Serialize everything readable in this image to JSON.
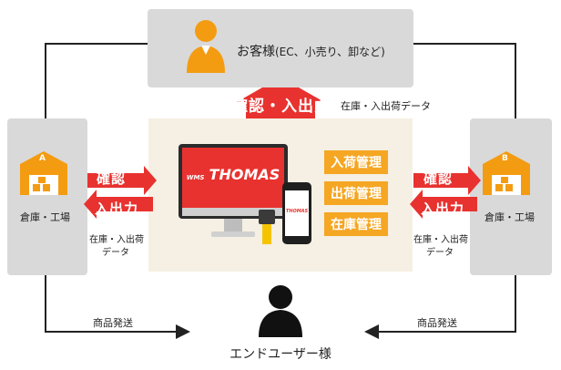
{
  "customer": {
    "label": "お客様",
    "sub": "(EC、小売り、卸など)"
  },
  "top_flow": {
    "badge": "確認・入出力",
    "note": "在庫・入出荷データ"
  },
  "warehouse_left": {
    "badge": "A",
    "label": "倉庫・工場"
  },
  "warehouse_right": {
    "badge": "B",
    "label": "倉庫・工場"
  },
  "left_flow": {
    "line1": "確認",
    "line2": "・",
    "line3": "入出力",
    "note1": "在庫・入出荷",
    "note2": "データ"
  },
  "right_flow": {
    "line1": "確認",
    "line2": "・",
    "line3": "入出力",
    "note1": "在庫・入出荷",
    "note2": "データ"
  },
  "system": {
    "logo_small": "WMS",
    "logo_big": "THOMAS",
    "phone_logo": "THOMAS",
    "menu": [
      "入荷管理",
      "出荷管理",
      "在庫管理"
    ]
  },
  "shipping_left": "商品発送",
  "shipping_right": "商品発送",
  "end_user": "エンドユーザー様",
  "colors": {
    "accent_orange": "#f5a623",
    "accent_red": "#e8322f",
    "panel_gray": "#d9d9d9",
    "center_bg": "#f5f0e3"
  }
}
